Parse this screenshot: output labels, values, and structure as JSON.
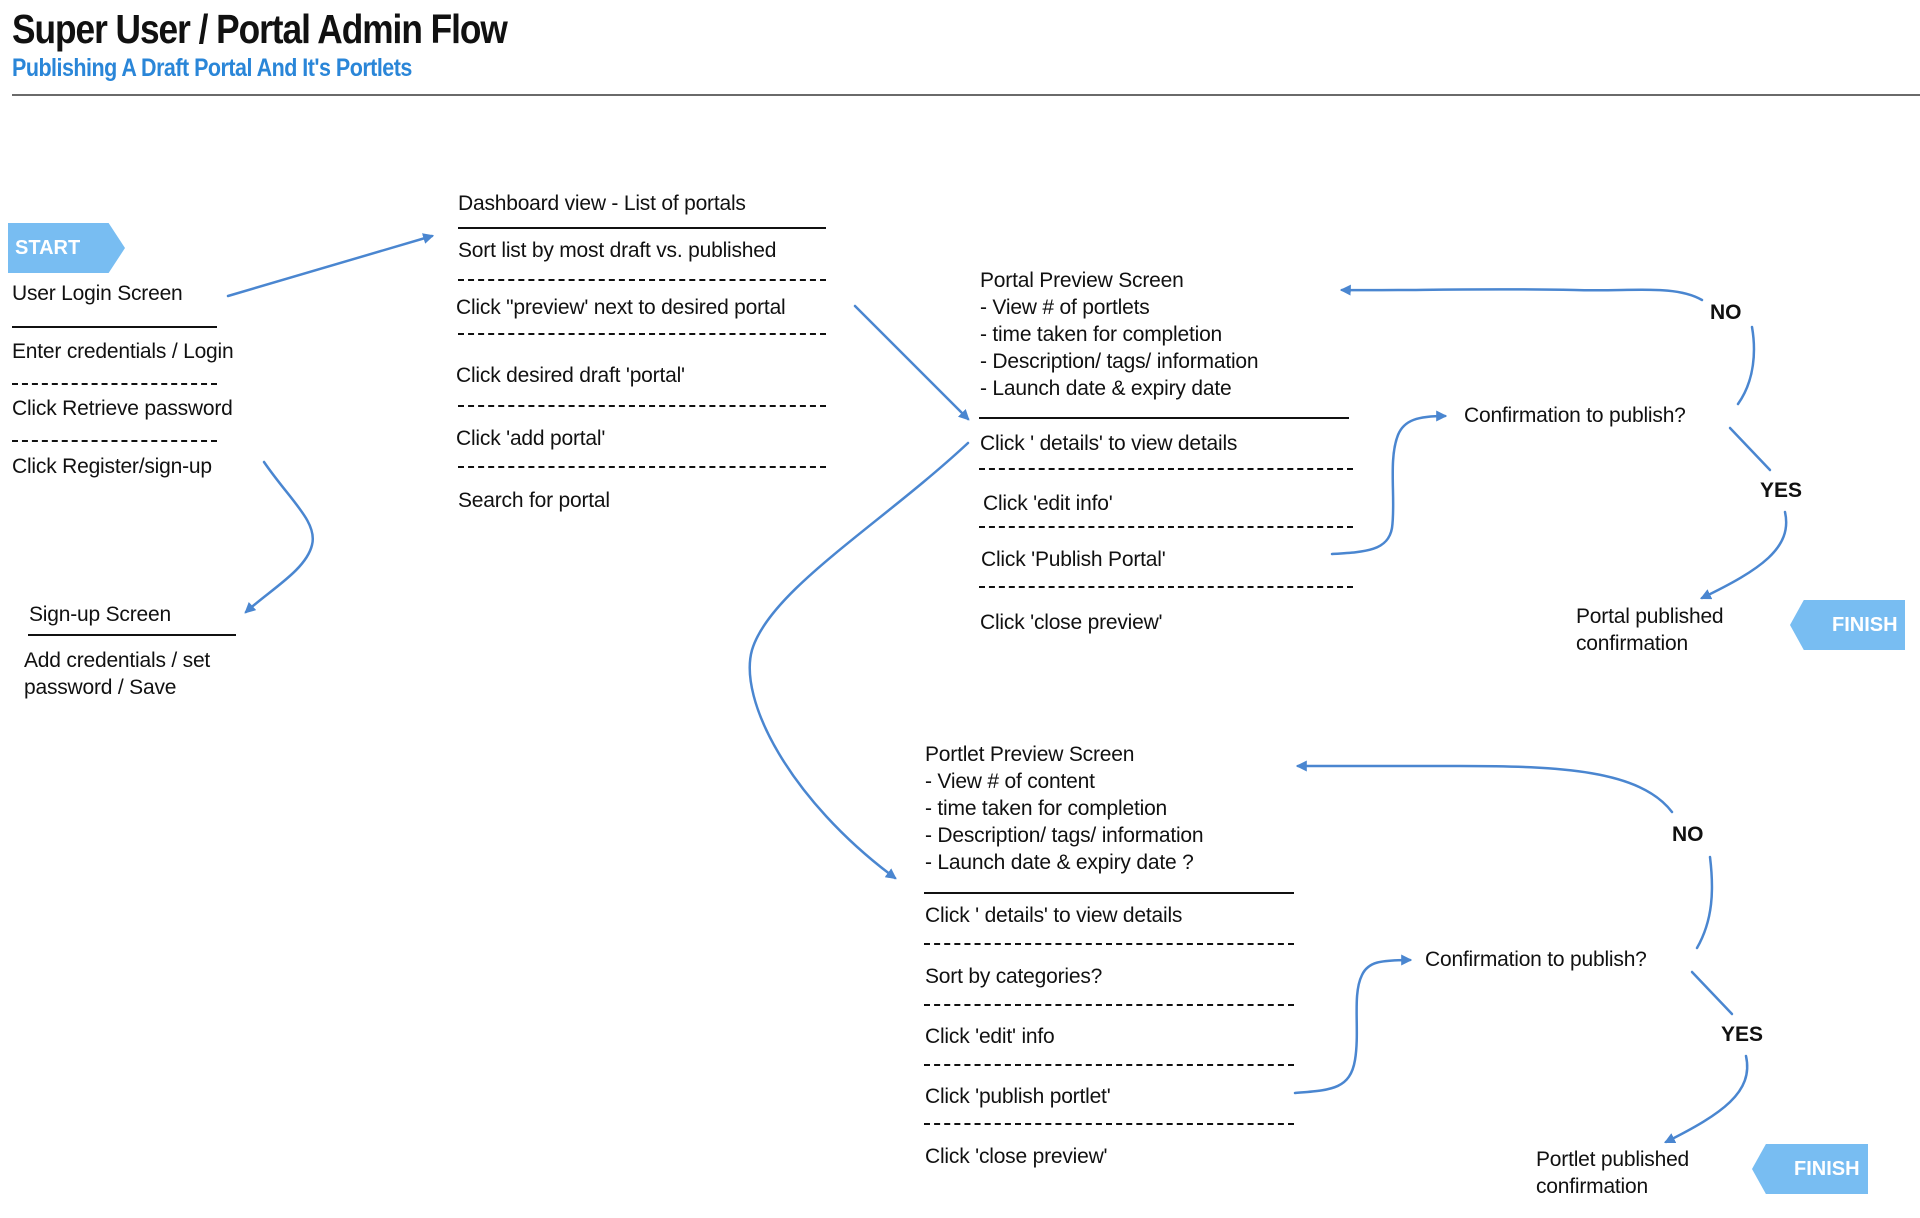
{
  "header": {
    "title": "Super User / Portal Admin Flow",
    "subtitle": "Publishing A Draft Portal And It's Portlets"
  },
  "start_label": "START",
  "login": {
    "heading": "User Login Screen",
    "items": [
      "Enter credentials / Login",
      "Click Retrieve password",
      "Click Register/sign-up"
    ]
  },
  "signup": {
    "heading": "Sign-up Screen",
    "lines": [
      "Add credentials / set",
      "password / Save"
    ]
  },
  "dashboard": {
    "heading": "Dashboard view -  List of portals",
    "items": [
      "Sort list by most draft vs. published",
      "Click \"preview' next to desired portal",
      "Click desired draft 'portal'",
      "Click  'add portal'",
      "Search for portal"
    ]
  },
  "portal_preview": {
    "lines": [
      "Portal Preview Screen",
      "- View # of portlets",
      "- time taken for completion",
      "- Description/ tags/ information",
      "- Launch date & expiry date"
    ],
    "items": [
      "Click ' details' to view details",
      "Click 'edit info'",
      "Click 'Publish Portal'",
      "Click 'close preview'"
    ],
    "confirm": "Confirmation to publish?",
    "no": "NO",
    "yes": "YES",
    "result": [
      "Portal published",
      "confirmation"
    ],
    "finish": "FINISH"
  },
  "portlet_preview": {
    "lines": [
      "Portlet Preview Screen",
      "- View # of content",
      "- time taken for completion",
      "- Description/ tags/ information",
      "- Launch date & expiry date ?"
    ],
    "items": [
      "Click ' details' to view details",
      "Sort by categories?",
      "Click 'edit' info",
      " Click 'publish portlet'",
      "Click 'close preview'"
    ],
    "confirm": "Confirmation to publish?",
    "no": "NO",
    "yes": "YES",
    "result": [
      "Portlet published",
      "confirmation"
    ],
    "finish": "FINISH"
  },
  "colors": {
    "arrow": "#4a86d0",
    "tag": "#78bdf2",
    "subtitle": "#2a86d8"
  }
}
